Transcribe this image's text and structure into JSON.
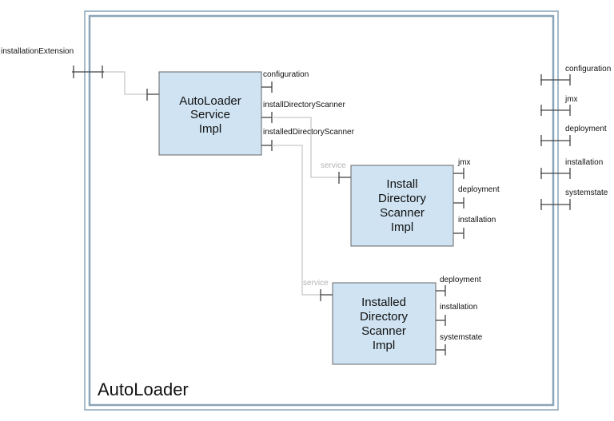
{
  "container": {
    "title": "AutoLoader"
  },
  "external_ports": {
    "left": "installationExtension",
    "right": [
      "configuration",
      "jmx",
      "deployment",
      "installation",
      "systemstate"
    ]
  },
  "components": {
    "autoloader_service": {
      "lines": [
        "AutoLoader",
        "Service",
        "Impl"
      ],
      "ports": [
        "configuration",
        "installDirectoryScanner",
        "installedDirectoryScanner"
      ]
    },
    "install_scanner": {
      "lines": [
        "Install",
        "Directory",
        "Scanner",
        "Impl"
      ],
      "service_label": "service",
      "ports": [
        "jmx",
        "deployment",
        "installation"
      ]
    },
    "installed_scanner": {
      "lines": [
        "Installed",
        "Directory",
        "Scanner",
        "Impl"
      ],
      "service_label": "service",
      "ports": [
        "deployment",
        "installation",
        "systemstate"
      ]
    }
  },
  "colors": {
    "component_fill": "#cfe3f2",
    "container_border": "#8aa4b8",
    "wire": "#c8c8c8"
  }
}
